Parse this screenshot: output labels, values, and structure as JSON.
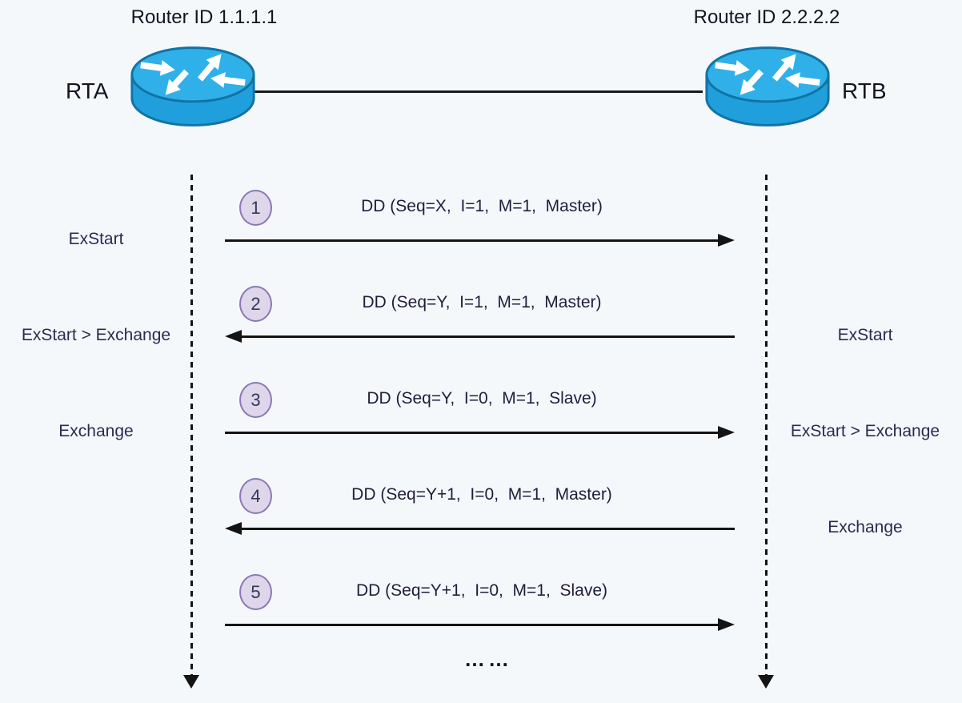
{
  "routers": {
    "left": {
      "router_id": "Router ID 1.1.1.1",
      "name": "RTA"
    },
    "right": {
      "router_id": "Router ID 2.2.2.2",
      "name": "RTB"
    }
  },
  "messages": [
    {
      "num": "1",
      "text": "DD (Seq=X,  I=1,  M=1,  Master)",
      "direction": "right"
    },
    {
      "num": "2",
      "text": "DD (Seq=Y,  I=1,  M=1,  Master)",
      "direction": "left"
    },
    {
      "num": "3",
      "text": "DD (Seq=Y,  I=0,  M=1,  Slave)",
      "direction": "right"
    },
    {
      "num": "4",
      "text": "DD (Seq=Y+1,  I=0,  M=1,  Master)",
      "direction": "left"
    },
    {
      "num": "5",
      "text": "DD (Seq=Y+1,  I=0,  M=1,  Slave)",
      "direction": "right"
    }
  ],
  "states_left": [
    {
      "label": "ExStart"
    },
    {
      "label": "ExStart > Exchange"
    },
    {
      "label": "Exchange"
    }
  ],
  "states_right": [
    {
      "label": "ExStart"
    },
    {
      "label": "ExStart > Exchange"
    },
    {
      "label": "Exchange"
    }
  ],
  "ellipsis": "……",
  "colors": {
    "background": "#f5f8fb",
    "router_body": "#1fa0dd",
    "router_top": "#30b0e8",
    "router_outline": "#1273a5",
    "badge_fill": "#ded6eb",
    "badge_border": "#8b78b4",
    "line": "#141414",
    "state_text": "#2f2950"
  }
}
